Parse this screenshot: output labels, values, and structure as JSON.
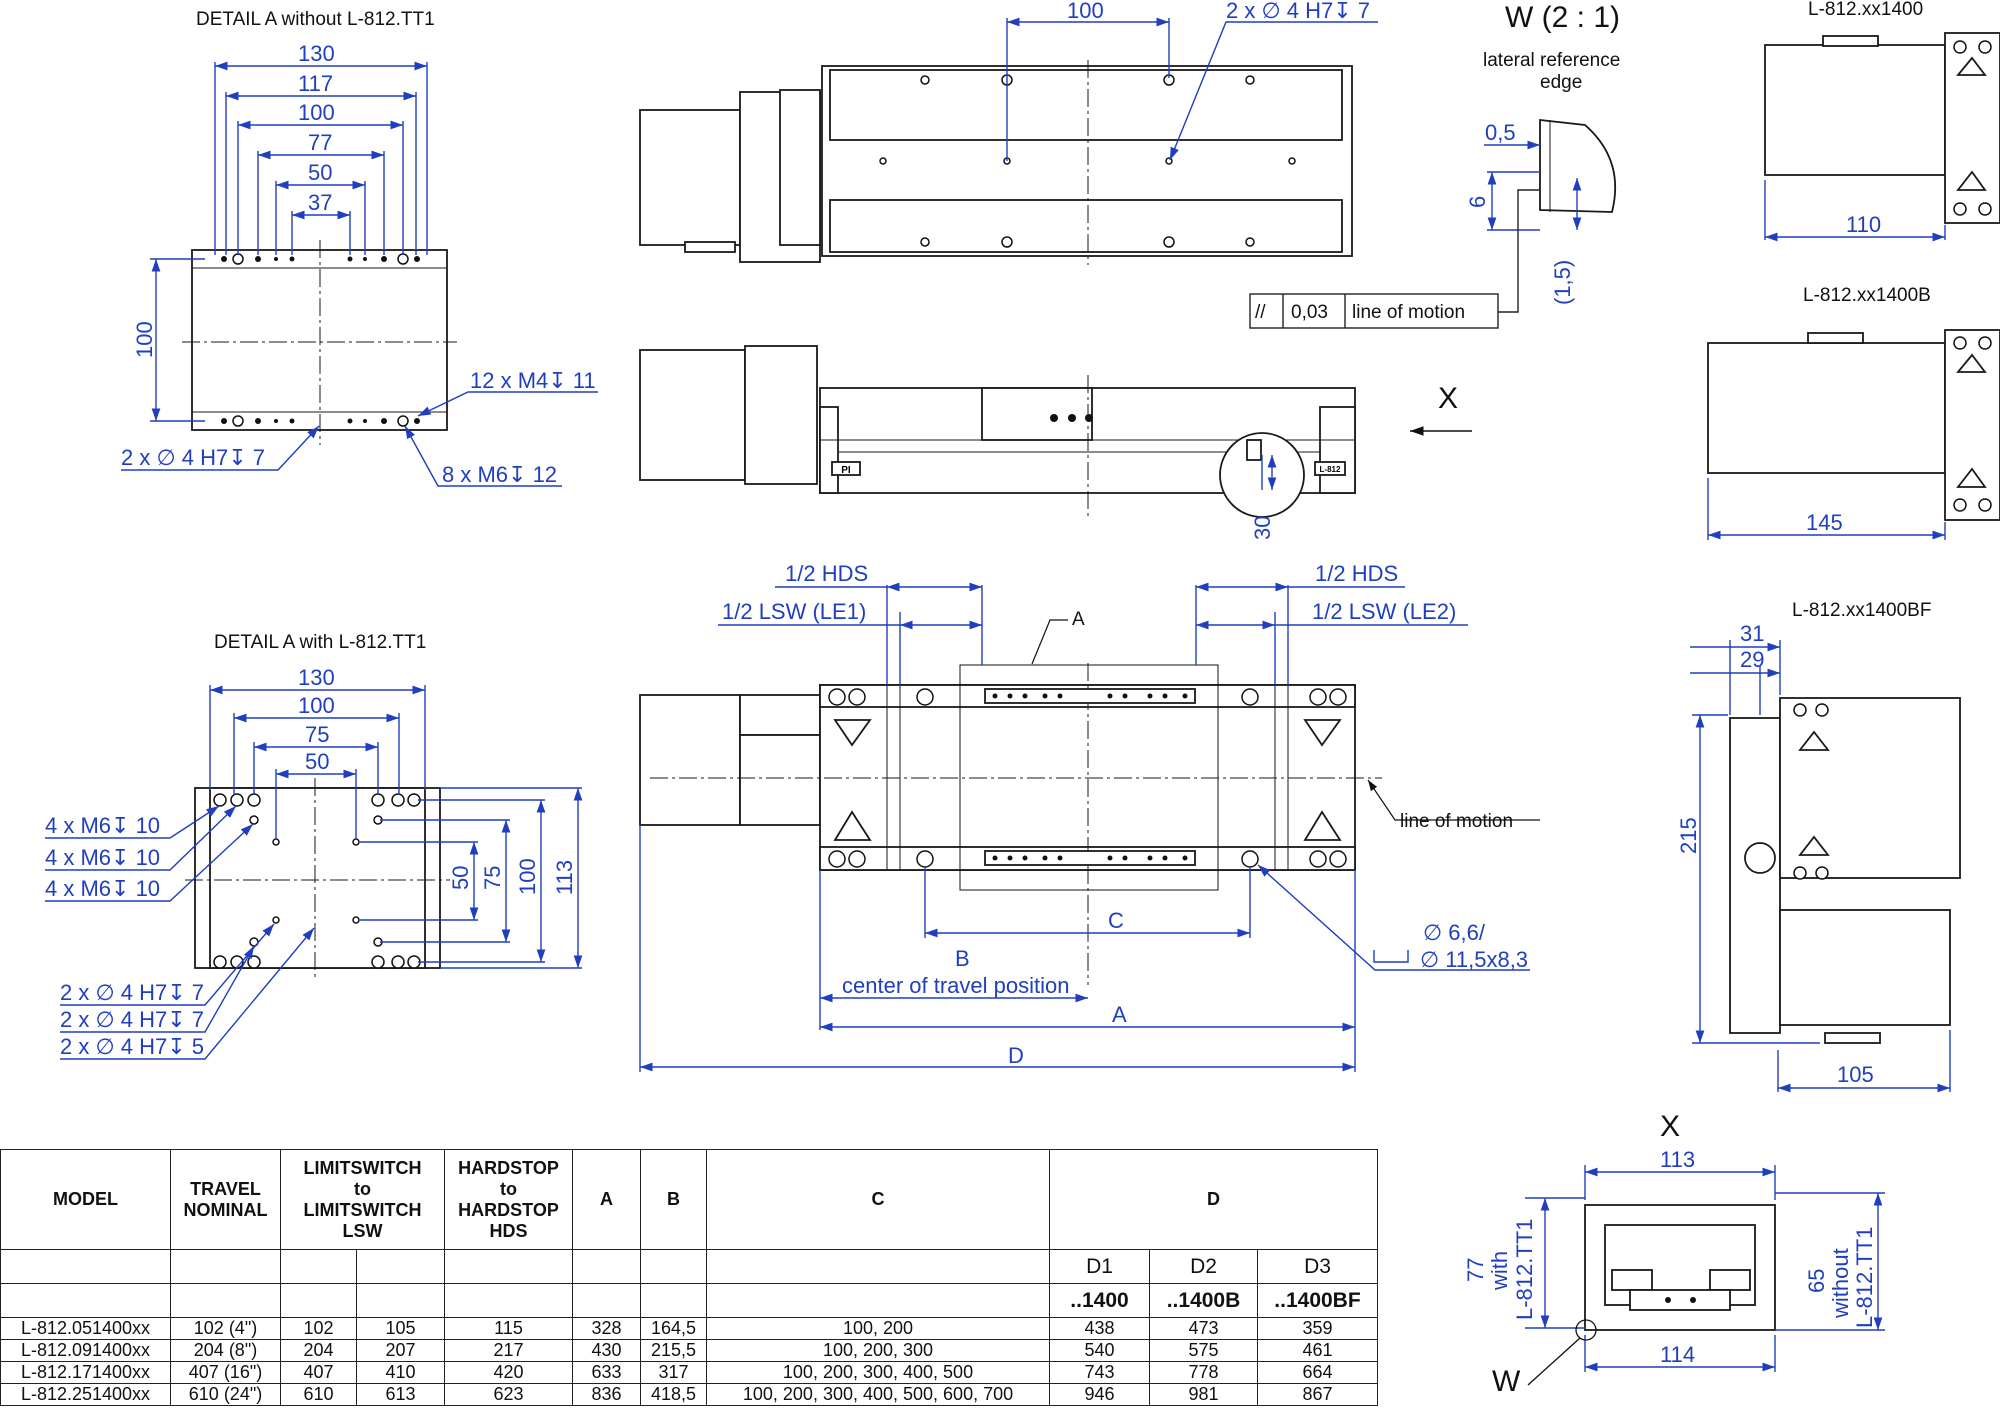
{
  "labels": {
    "detail_a_without": "DETAIL A  without L-812.TT1",
    "detail_a_with": "DETAIL A  with L-812.TT1",
    "w_title": "W (2 : 1)",
    "lateral_ref_1": "lateral reference",
    "lateral_ref_2": "edge",
    "variant_1400": "L-812.xx1400",
    "variant_1400b": "L-812.xx1400B",
    "variant_1400bf": "L-812.xx1400BF",
    "x_arrow": "X",
    "x_view": "X",
    "w_marker": "W",
    "letter_a": "A",
    "line_of_motion": "line of motion",
    "tolerance_sym": "//",
    "tolerance_val": "0,03",
    "tolerance_ref": "line of motion",
    "center_of_travel": "center of travel position",
    "logo_left": "PI",
    "logo_right": "L-812"
  },
  "dims": {
    "d130": "130",
    "d117": "117",
    "d100": "100",
    "d77": "77",
    "d50": "50",
    "d37": "37",
    "d100_v": "100",
    "m4": "12 x M4↧ 11",
    "h7_top": "2 x ∅ 4 H7↧ 7",
    "m6_12": "8 x M6↧ 12",
    "b130": "130",
    "b100": "100",
    "b75": "75",
    "b50": "50",
    "v50": "50",
    "v75": "75",
    "v100": "100",
    "v113": "113",
    "m6_10_a": "4 x M6↧ 10",
    "m6_10_b": "4 x M6↧ 10",
    "m6_10_c": "4 x M6↧ 10",
    "h7_a": "2 x ∅ 4 H7↧ 7",
    "h7_b": "2 x ∅ 4 H7↧ 7",
    "h7_c": "2 x ∅ 4 H7↧ 5",
    "top_100": "100",
    "top_h7": "2 x ∅ 4 H7↧ 7",
    "d30": "30",
    "w05": "0,5",
    "w6": "6",
    "w15": "(1,5)",
    "v110": "110",
    "v145": "145",
    "v31": "31",
    "v29": "29",
    "v215": "215",
    "v105": "105",
    "hds_l": "1/2 HDS",
    "hds_r": "1/2 HDS",
    "lsw_l": "1/2 LSW (LE1)",
    "lsw_r": "1/2 LSW (LE2)",
    "dim_c": "C",
    "dim_b": "B",
    "dim_a": "A",
    "dim_d": "D",
    "hole_1": "∅ 6,6/",
    "hole_2": "∅ 11,5x8,3",
    "x113": "113",
    "x114": "114",
    "x77_1": "77",
    "x77_2": "with",
    "x77_3": "L-812.TT1",
    "x65_1": "65",
    "x65_2": "without",
    "x65_3": "L-812.TT1"
  },
  "table": {
    "headers": {
      "model": "MODEL",
      "travel": [
        "TRAVEL",
        "NOMINAL"
      ],
      "lsw": [
        "LIMITSWITCH",
        "to",
        "LIMITSWITCH",
        "LSW"
      ],
      "hds": [
        "HARDSTOP",
        "to",
        "HARDSTOP",
        "HDS"
      ],
      "a": "A",
      "b": "B",
      "c": "C",
      "d": "D"
    },
    "d_sub": [
      "D1",
      "D2",
      "D3"
    ],
    "d_sub2": [
      "..1400",
      "..1400B",
      "..1400BF"
    ],
    "rows": [
      {
        "model": "L-812.051400xx",
        "travel": "102 (4\")",
        "lsw1": "102",
        "lsw2": "105",
        "hds": "115",
        "a": "328",
        "b": "164,5",
        "c": "100, 200",
        "d1": "438",
        "d2": "473",
        "d3": "359"
      },
      {
        "model": "L-812.091400xx",
        "travel": "204 (8\")",
        "lsw1": "204",
        "lsw2": "207",
        "hds": "217",
        "a": "430",
        "b": "215,5",
        "c": "100, 200, 300",
        "d1": "540",
        "d2": "575",
        "d3": "461"
      },
      {
        "model": "L-812.171400xx",
        "travel": "407 (16\")",
        "lsw1": "407",
        "lsw2": "410",
        "hds": "420",
        "a": "633",
        "b": "317",
        "c": "100, 200, 300, 400, 500",
        "d1": "743",
        "d2": "778",
        "d3": "664"
      },
      {
        "model": "L-812.251400xx",
        "travel": "610 (24\")",
        "lsw1": "610",
        "lsw2": "613",
        "hds": "623",
        "a": "836",
        "b": "418,5",
        "c": "100, 200, 300, 400, 500, 600, 700",
        "d1": "946",
        "d2": "981",
        "d3": "867"
      }
    ]
  }
}
